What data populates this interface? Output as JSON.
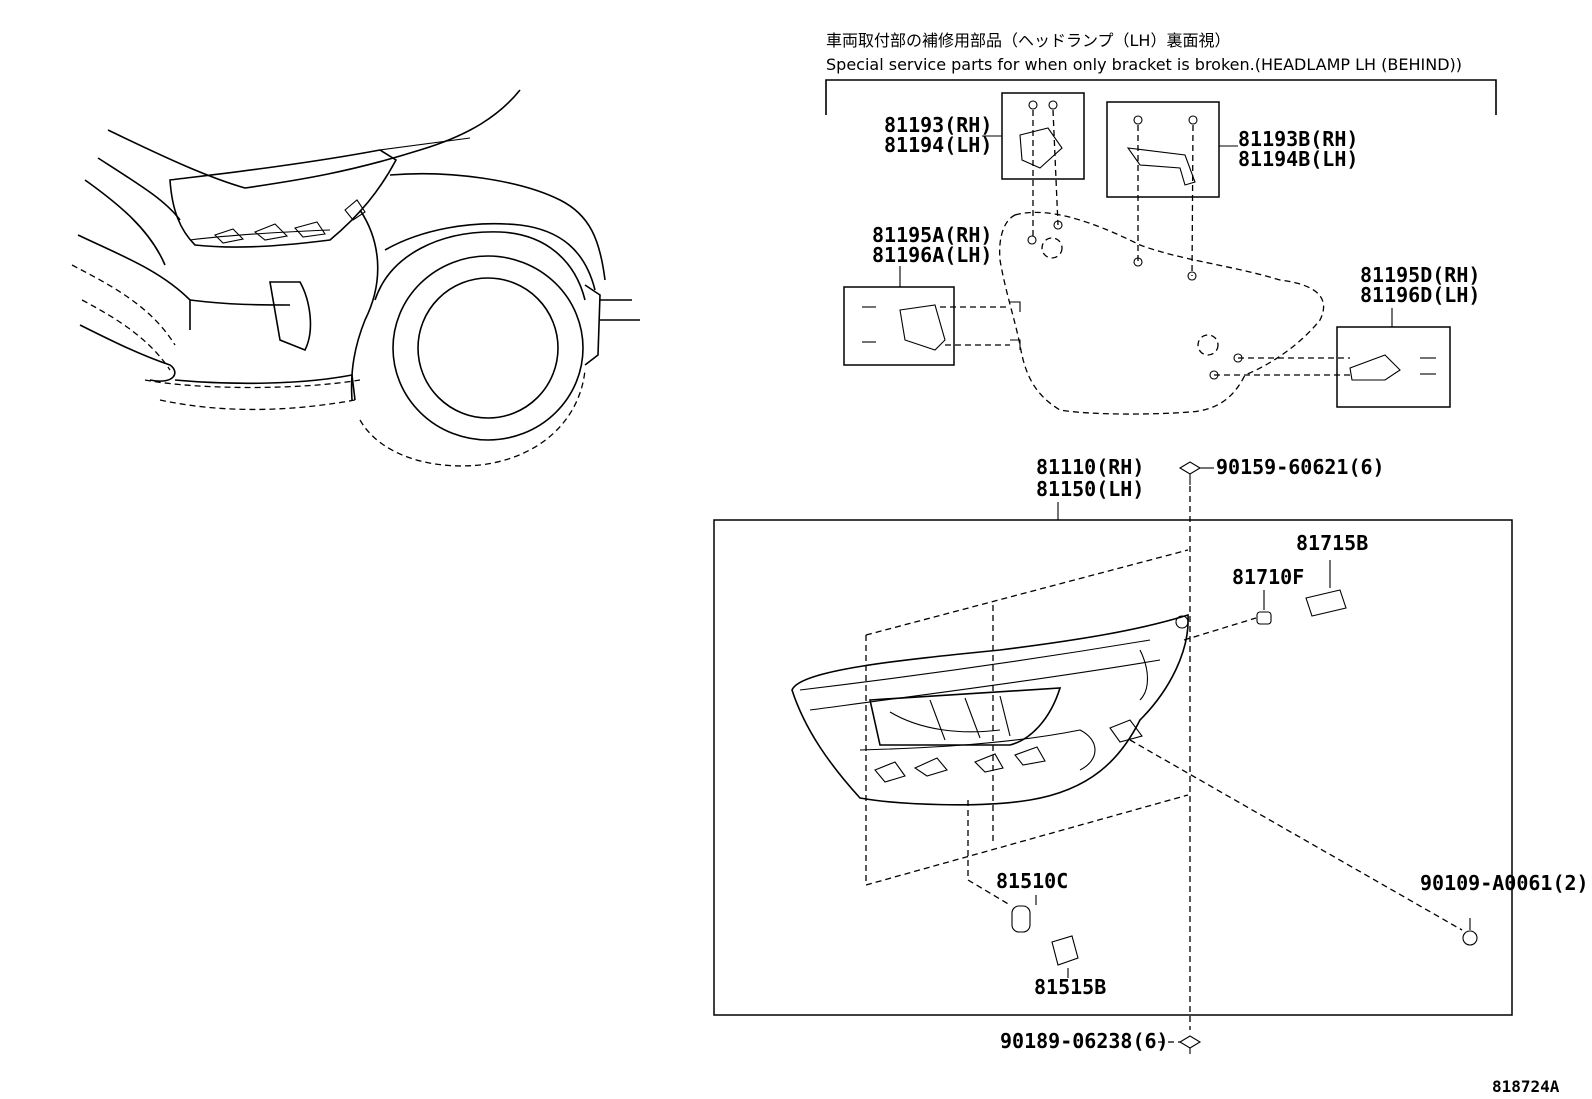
{
  "header": {
    "title_jp": "車両取付部の補修用部品（ヘッドランプ（LH）裏面視）",
    "title_en": "Special service parts for when only bracket is broken.(HEADLAMP LH (BEHIND))"
  },
  "parts": {
    "p81193": "81193(RH)",
    "p81194": "81194(LH)",
    "p81193B": "81193B(RH)",
    "p81194B": "81194B(LH)",
    "p81195A": "81195A(RH)",
    "p81196A": "81196A(LH)",
    "p81195D": "81195D(RH)",
    "p81196D": "81196D(LH)",
    "p81110": "81110(RH)",
    "p81150": "81150(LH)",
    "p90159": "90159-60621(6)",
    "p81715B": "81715B",
    "p81710F": "81710F",
    "p90109": "90109-A0061(2)",
    "p81510C": "81510C",
    "p81515B": "81515B",
    "p90189": "90189-06238(6)"
  },
  "figure_id": "818724A"
}
